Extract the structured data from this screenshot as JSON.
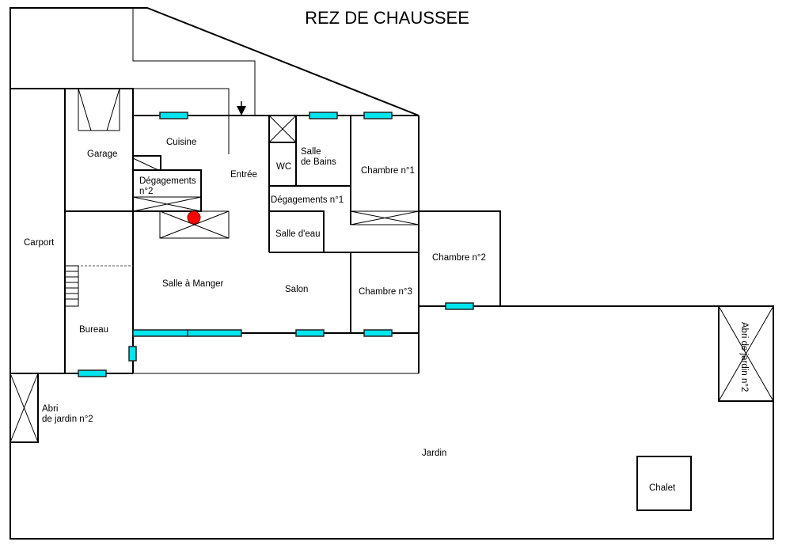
{
  "title": "REZ DE CHAUSSEE",
  "colors": {
    "green_area": "#b0ffb0",
    "window": "#00e5ee",
    "marker": "#ff0000",
    "wall": "#000000"
  },
  "rooms": {
    "carport": "Carport",
    "garage": "Garage",
    "cuisine": "Cuisine",
    "degagements2_line1": "Dégagements",
    "degagements2_line2": "n°2",
    "entree": "Entrée",
    "wc": "WC",
    "salle_de_bains_line1": "Salle",
    "salle_de_bains_line2": "de Bains",
    "chambre1": "Chambre n°1",
    "degagements1": "Dégagements n°1",
    "salle_deau": "Salle d'eau",
    "chambre2": "Chambre n°2",
    "salle_a_manger": "Salle à Manger",
    "salon": "Salon",
    "chambre3": "Chambre n°3",
    "bureau": "Bureau",
    "abri_left_line1": "Abri",
    "abri_left_line2": "de jardin n°2",
    "abri_right": "Abri de jardin n°2",
    "jardin": "Jardin",
    "chalet": "Chalet"
  },
  "icons": {
    "entrance": "arrow-down-icon",
    "marker": "red-dot-icon"
  }
}
